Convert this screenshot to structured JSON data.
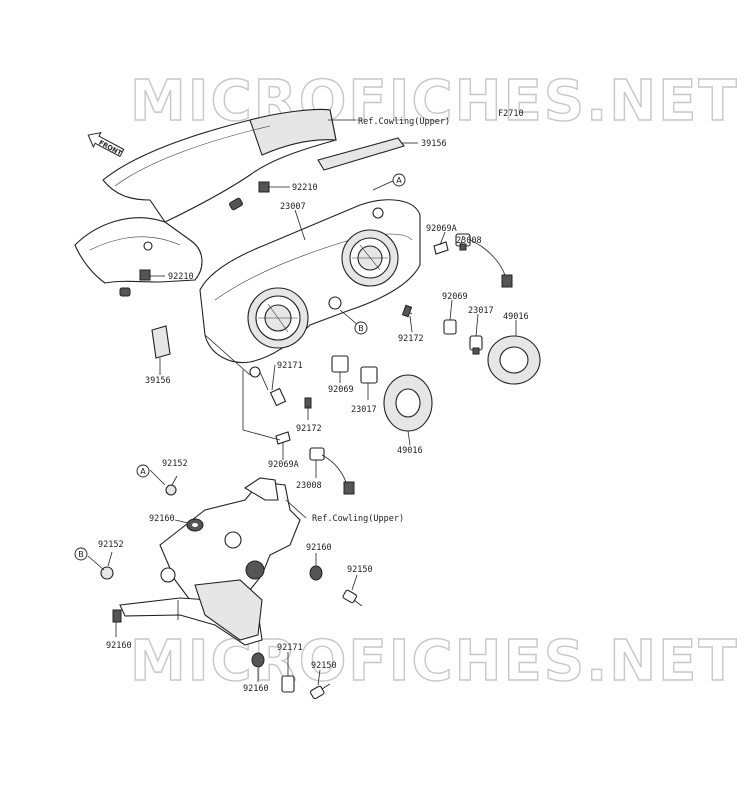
{
  "diagram_code": "F2710",
  "watermark": "MICROFICHES.NET",
  "front_label": "FRONT",
  "circle_refs": [
    "A",
    "B"
  ],
  "ref_labels": {
    "cowling_top": "Ref.Cowling(Upper)",
    "cowling_bracket": "Ref.Cowling(Upper)"
  },
  "part_labels": {
    "p39156_top": "39156",
    "p92210_a": "92210",
    "p23007": "23007",
    "p92210_b": "92210",
    "p92069A_r": "92069A",
    "p23008_r": "23008",
    "p92069_r": "92069",
    "p23017_r": "23017",
    "p49016_r": "49016",
    "p92172_r": "92172",
    "p39156_l": "39156",
    "p92171_a": "92171",
    "p92069_c": "92069",
    "p23017_c": "23017",
    "p92172_c": "92172",
    "p49016_c": "49016",
    "p92069A_c": "92069A",
    "p23008_c": "23008",
    "p92152_a": "92152",
    "p92160_a": "92160",
    "p92152_b": "92152",
    "p92160_b": "92160",
    "p92150_a": "92150",
    "p92160_c": "92160",
    "p92171_b": "92171",
    "p92150_b": "92150",
    "p92160_d": "92160"
  }
}
